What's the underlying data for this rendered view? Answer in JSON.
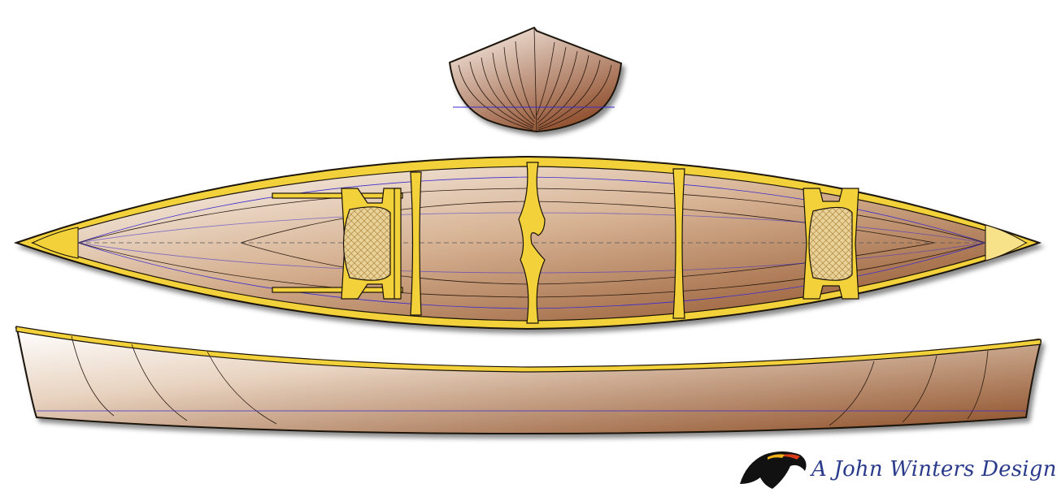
{
  "credit": {
    "text": "A John Winters Design"
  },
  "colors": {
    "hull_light": "#fbf6f1",
    "hull_dark": "#8a4a22",
    "gunwale": "#f2d13a",
    "outline": "#1a1208",
    "waterline": "#3a2bd0",
    "credit_text": "#2b3b8c"
  },
  "views": [
    "body-plan",
    "plan-view",
    "profile-view"
  ]
}
